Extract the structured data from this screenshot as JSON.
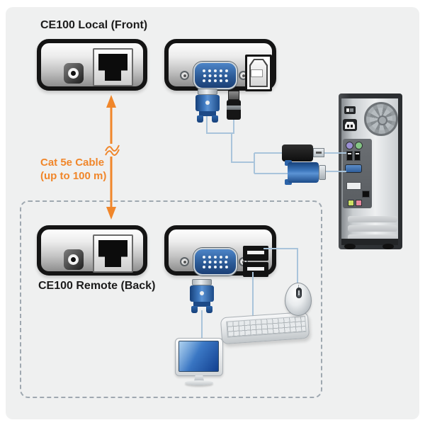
{
  "labels": {
    "local_title": "CE100 Local (Front)",
    "remote_title": "CE100 Remote (Back)",
    "cable_line1": "Cat 5e Cable",
    "cable_line2": "(up to 100 m)"
  },
  "colors": {
    "surface": "#EFF0F0",
    "orange": "#F0862A",
    "cable": "#A9C4DB",
    "dashed": "#9FA8B0",
    "panel_border": "#141414",
    "vga_blue": "#2B5A96"
  },
  "icons": {
    "power_jack": "power-jack-icon",
    "rj45_port": "rj45-port-icon",
    "vga_port": "vga-port-icon",
    "usb_b_port": "usb-b-port-icon",
    "usb_a_port": "usb-a-port-icon",
    "vga_connector": "vga-connector-icon",
    "usb_connector": "usb-connector-icon",
    "cat5e_arrow": "cat5e-arrow-icon",
    "computer_tower": "computer-tower-icon",
    "fan": "fan-icon",
    "monitor": "monitor-icon",
    "keyboard": "keyboard-icon",
    "mouse": "mouse-icon"
  }
}
